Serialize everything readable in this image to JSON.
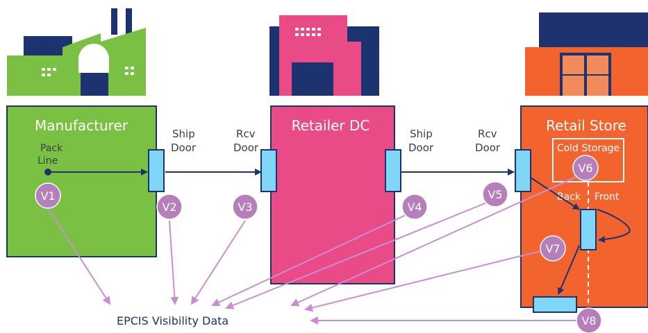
{
  "colors": {
    "green": "#7ac143",
    "pink": "#e94b87",
    "orange": "#f2632e",
    "navy": "#1d3370",
    "light_blue": "#7fd6f7",
    "purple": "#b77fba",
    "arrow_purple": "#c98ed2",
    "window": "#ffffff"
  },
  "nodes": {
    "manufacturer": "Manufacturer",
    "retailer_dc": "Retailer DC",
    "retail_store": "Retail Store",
    "cold_storage": "Cold Storage",
    "pack_line_1": "Pack",
    "pack_line_2": "Line",
    "back": "Back",
    "front": "Front"
  },
  "doors": {
    "ship1_l1": "Ship",
    "ship1_l2": "Door",
    "rcv1_l1": "Rcv",
    "rcv1_l2": "Door",
    "ship2_l1": "Ship",
    "ship2_l2": "Door",
    "rcv2_l1": "Rcv",
    "rcv2_l2": "Door"
  },
  "visibility_points": [
    "V1",
    "V2",
    "V3",
    "V4",
    "V5",
    "V6",
    "V7",
    "V8"
  ],
  "footer": {
    "epcis": "EPCIS Visibility Data"
  }
}
